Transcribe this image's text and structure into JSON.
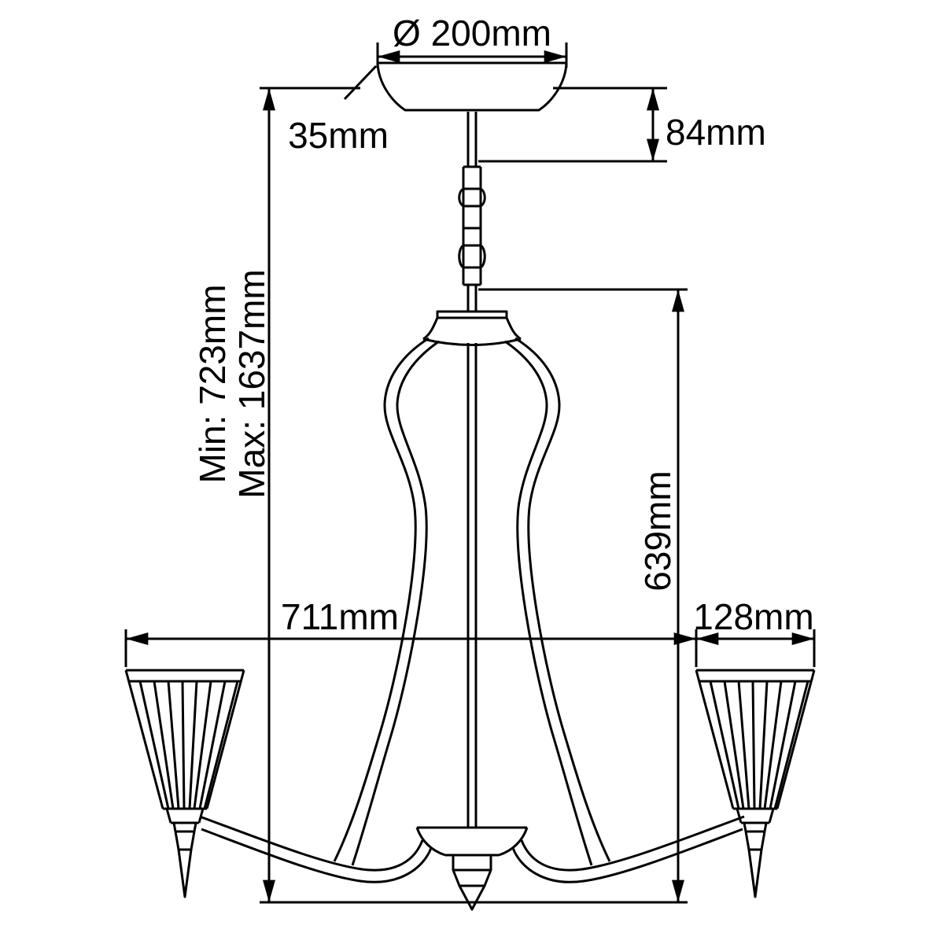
{
  "diagram": {
    "kind": "chandelier-dimension-drawing",
    "colors": {
      "line": "#000000",
      "background": "#ffffff"
    },
    "labels": {
      "canopy_diameter": "Ø 200mm",
      "canopy_height": "35mm",
      "stem_drop": "84mm",
      "min_height": "Min: 723mm",
      "max_height": "Max: 1637mm",
      "body_height": "639mm",
      "overall_width": "711mm",
      "shade_width": "128mm"
    }
  }
}
